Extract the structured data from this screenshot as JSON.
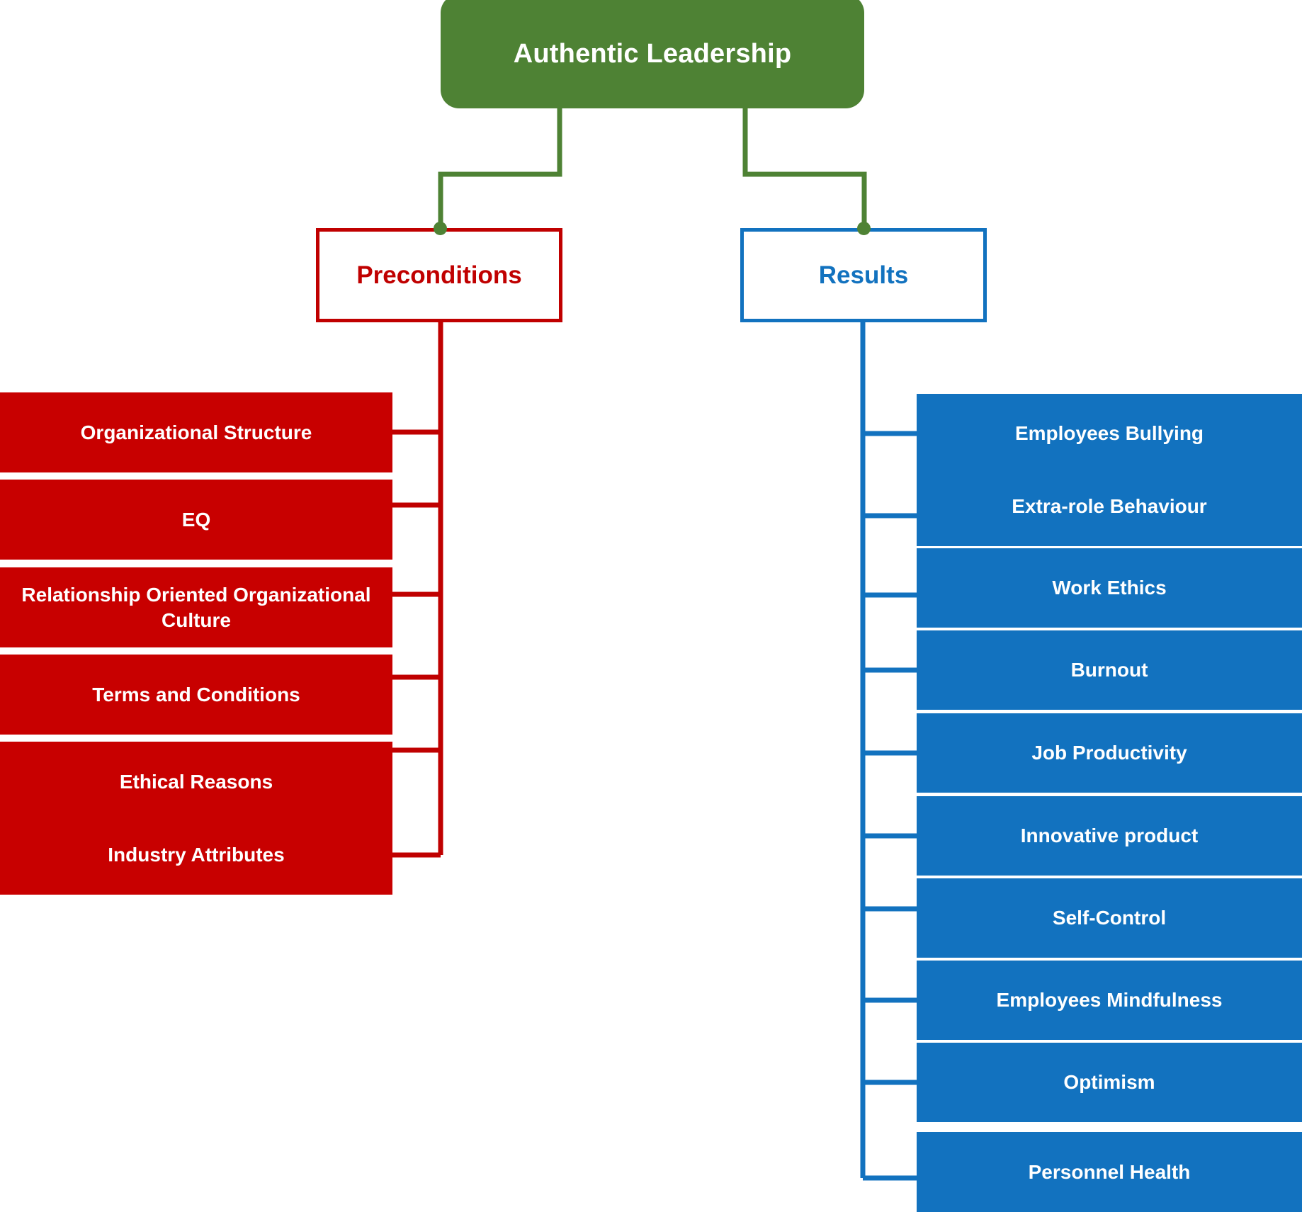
{
  "diagram": {
    "title": "Authentic Leadership",
    "type": "hierarchical-tree",
    "colors": {
      "root": "#4e8234",
      "preconditions": "#c00000",
      "preconditions_fill": "#c80000",
      "results": "#1272bf",
      "background": "#ffffff",
      "leaf_text": "#ffffff"
    },
    "root": {
      "label": "Authentic Leadership"
    },
    "branches": [
      {
        "id": "preconditions",
        "label": "Preconditions",
        "side": "left",
        "color": "#c00000",
        "items": [
          {
            "label": "Organizational Structure"
          },
          {
            "label": "EQ"
          },
          {
            "label": "Relationship Oriented Organizational Culture"
          },
          {
            "label": "Terms and Conditions"
          },
          {
            "label": "Ethical Reasons"
          },
          {
            "label": "Industry Attributes"
          }
        ]
      },
      {
        "id": "results",
        "label": "Results",
        "side": "right",
        "color": "#1272bf",
        "items": [
          {
            "label": "Employees Bullying"
          },
          {
            "label": "Extra-role Behaviour"
          },
          {
            "label": "Work Ethics"
          },
          {
            "label": "Burnout"
          },
          {
            "label": "Job Productivity"
          },
          {
            "label": "Innovative product"
          },
          {
            "label": "Self-Control"
          },
          {
            "label": "Employees Mindfulness"
          },
          {
            "label": "Optimism"
          },
          {
            "label": "Personnel Health"
          }
        ]
      }
    ]
  }
}
